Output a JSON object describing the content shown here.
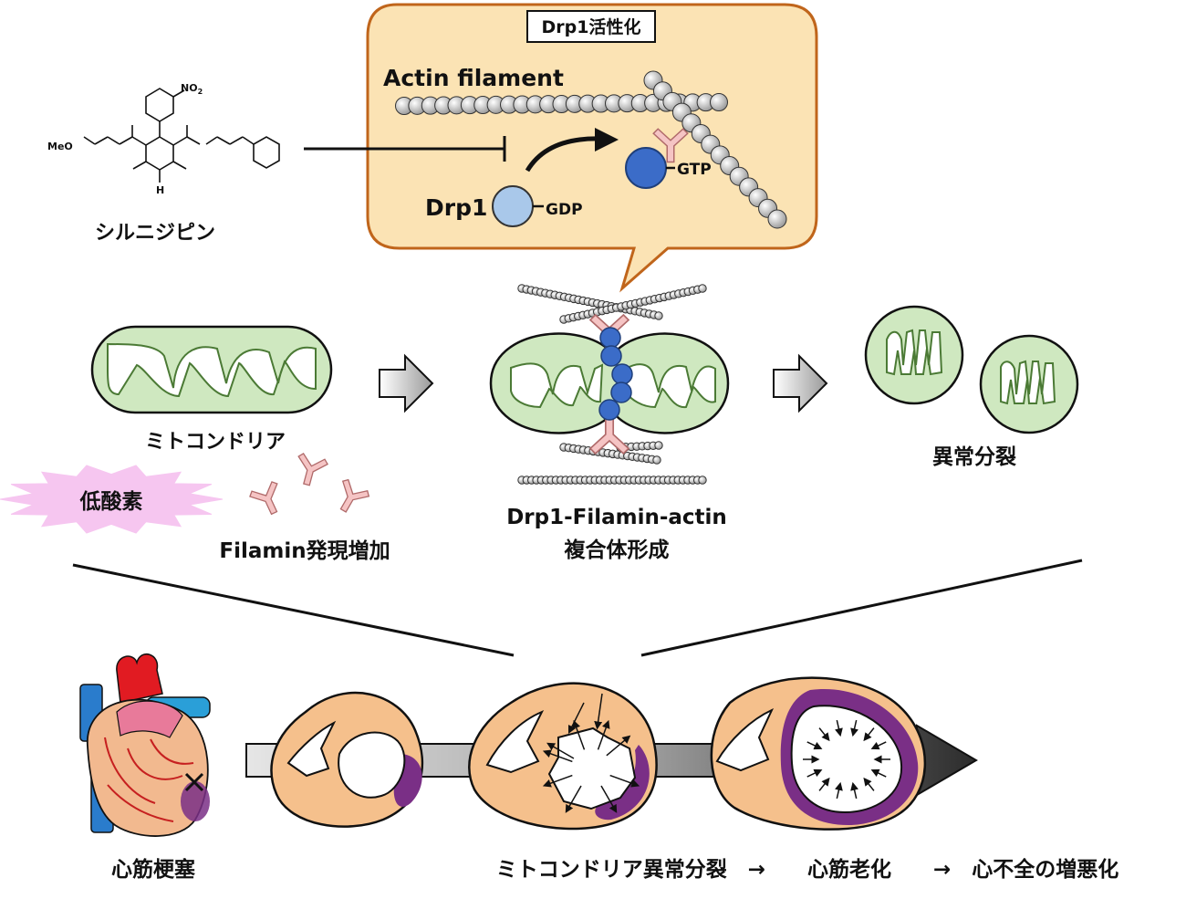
{
  "labels": {
    "drp1_activation": "Drp1活性化",
    "actin_filament": "Actin filament",
    "drp1": "Drp1",
    "gdp": "GDP",
    "gtp": "GTP",
    "cilnidipine": "シルニジピン",
    "mitochondria": "ミトコンドリア",
    "hypoxia": "低酸素",
    "filamin_increase": "Filamin発現増加",
    "complex_line1": "Drp1-Filamin-actin",
    "complex_line2": "複合体形成",
    "abnormal_fission": "異常分裂",
    "myocardial_infarction": "心筋梗塞",
    "progression": "ミトコンドリア異常分裂　→　　心筋老化　　→　心不全の増悪化"
  },
  "molecule": {
    "no2": "NO",
    "no2_sub": "2",
    "meo": "MeO",
    "nh": "H"
  },
  "colors": {
    "callout_fill": "#fbe3b4",
    "callout_stroke": "#c0651b",
    "mito_fill": "#cfe8c0",
    "bead": "#b5b5b5",
    "drp1_gdp": "#a9c8ea",
    "drp1_gtp": "#3b6cc8",
    "filamin": "#f5c4c4",
    "hypoxia_burst": "#f6c6f0",
    "heart_tissue": "#f5c08c",
    "infarct": "#7a2f86"
  }
}
